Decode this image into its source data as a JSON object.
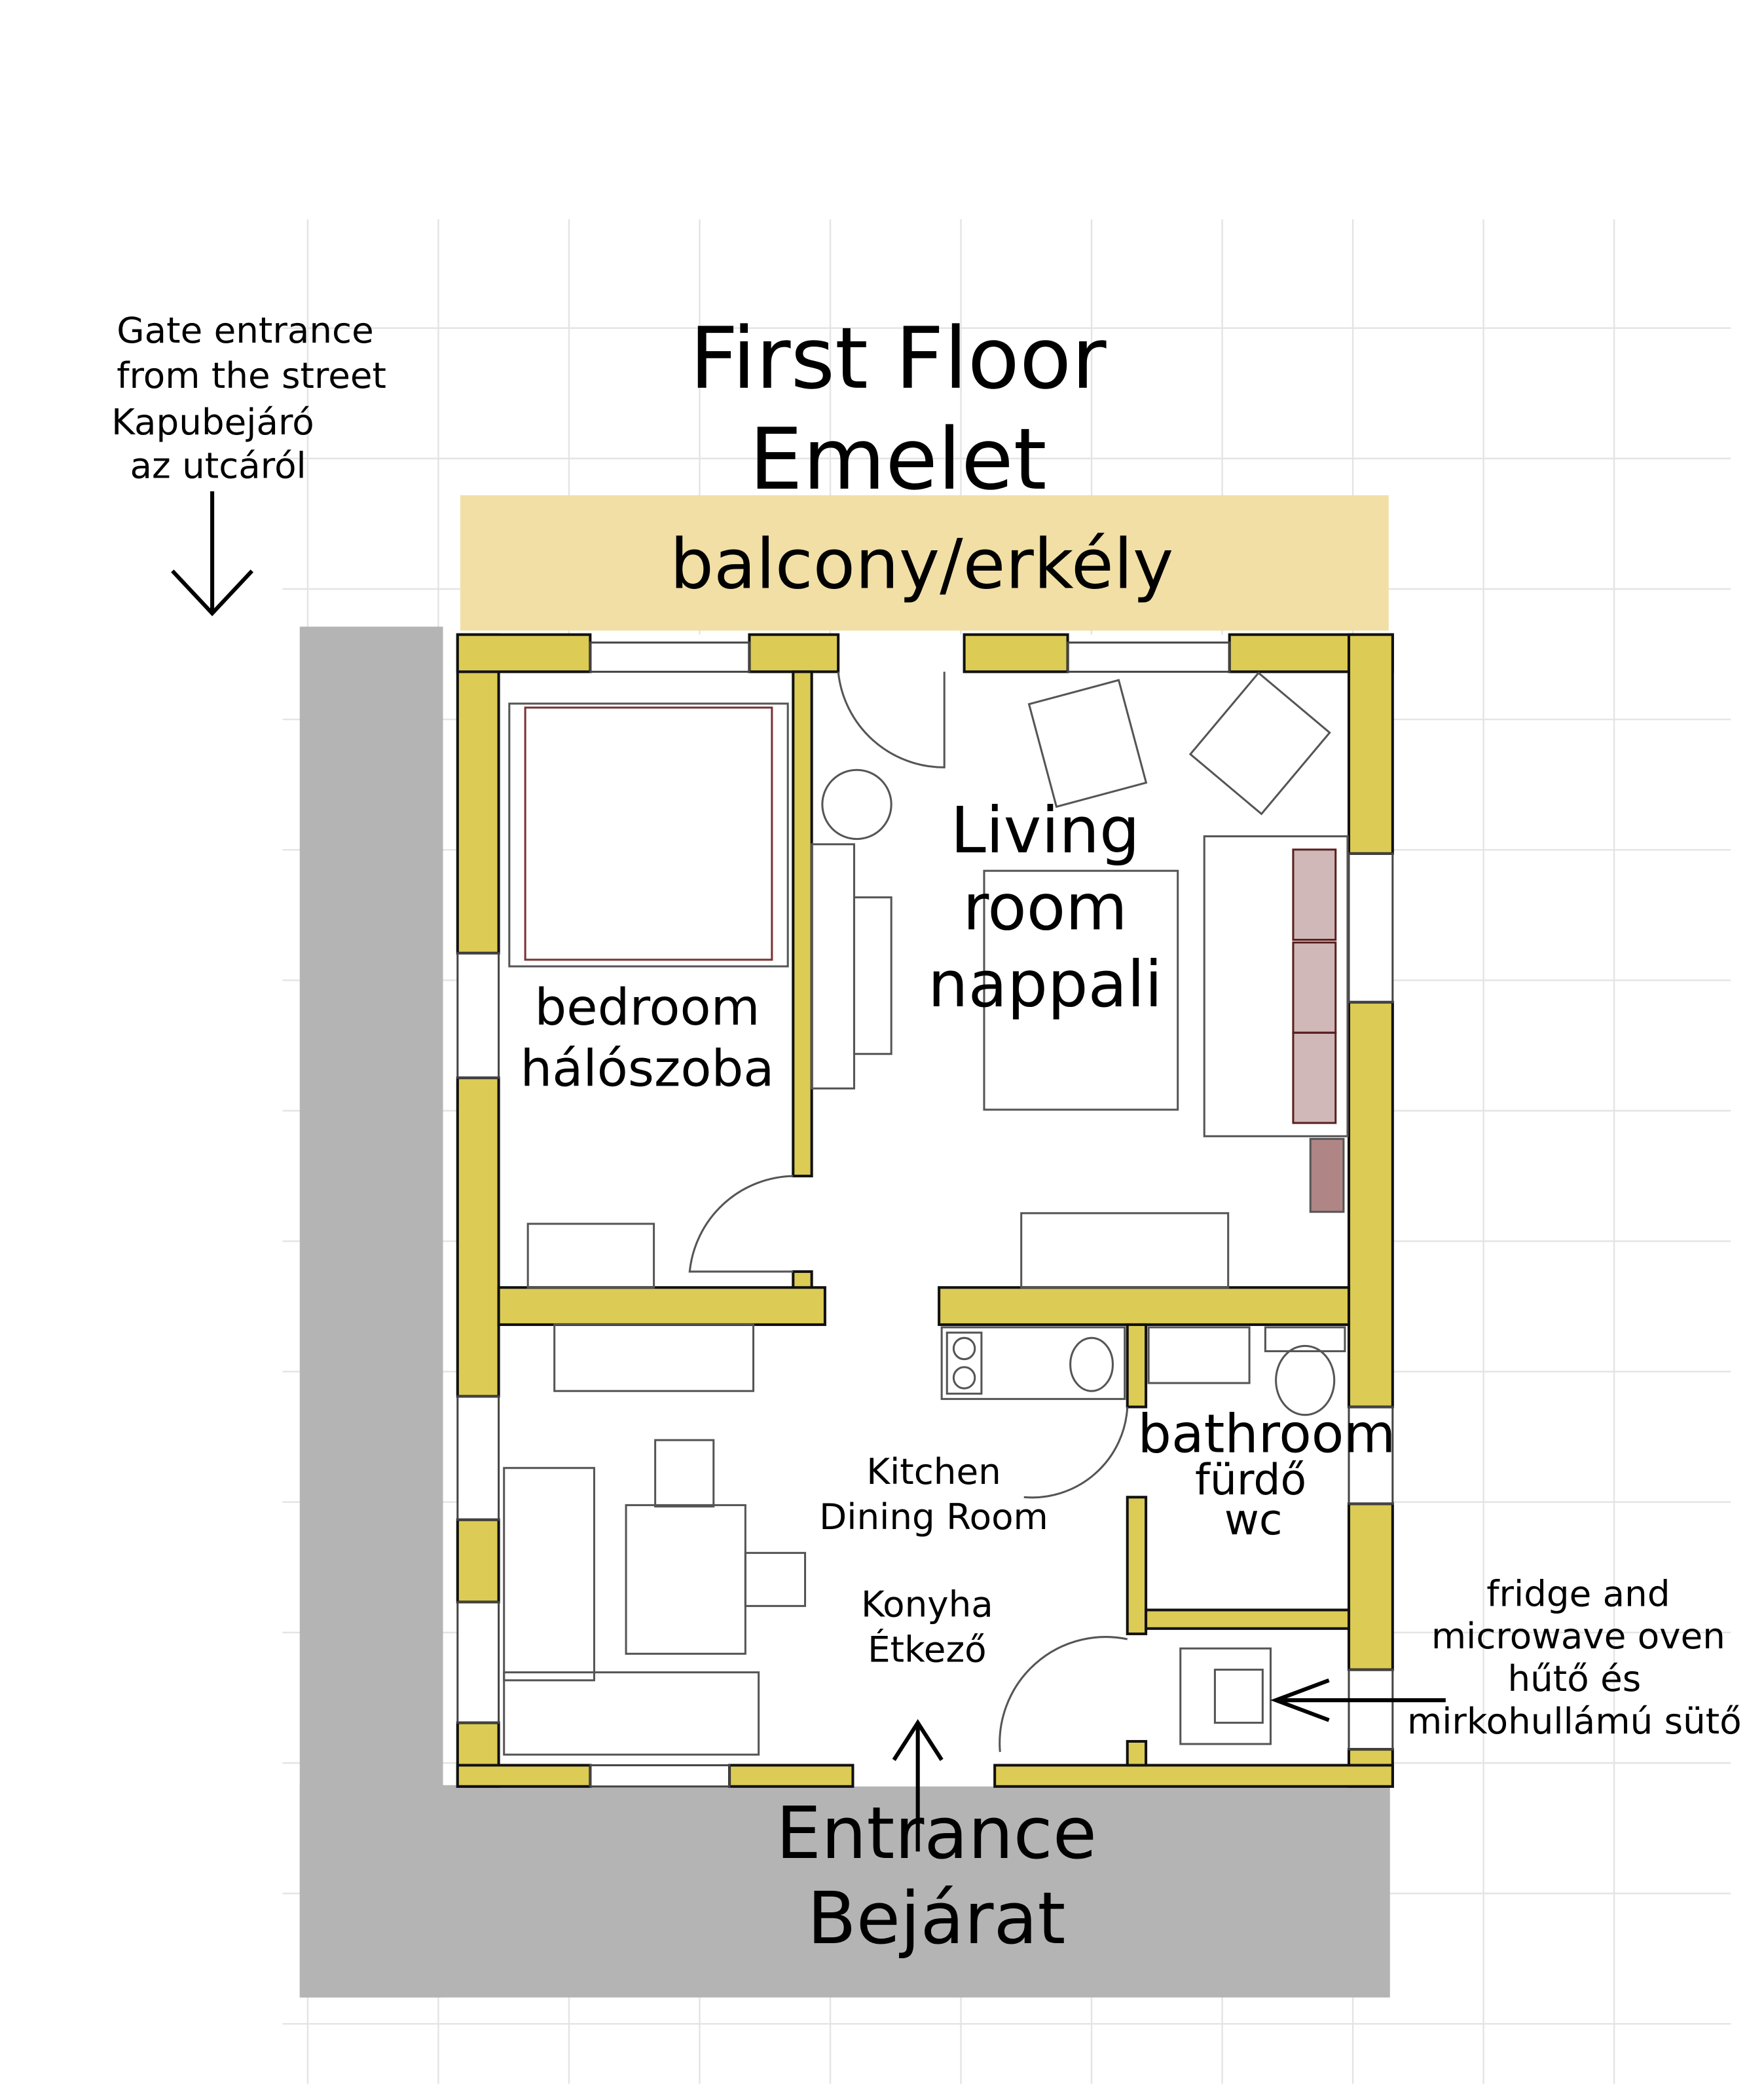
{
  "title": {
    "line1": "First Floor",
    "line2": "Emelet"
  },
  "gate_note": {
    "line1": "Gate entrance",
    "line2": "from the street",
    "line3": "Kapubejáró",
    "line4": "az utcáról"
  },
  "balcony": "balcony/erkély",
  "rooms": {
    "bedroom": {
      "en": "bedroom",
      "hu": "hálószoba"
    },
    "living": {
      "line1": "Living",
      "line2": "room",
      "line3": "nappali"
    },
    "bathroom": {
      "en": "bathroom",
      "hu": "fürdő",
      "wc": "wc"
    },
    "kitchen": {
      "line1": "Kitchen",
      "line2": "Dining Room",
      "line3": "Konyha",
      "line4": "Étkező"
    }
  },
  "fridge_note": {
    "line1": "fridge and",
    "line2": "microwave oven",
    "line3": "hűtő és",
    "line4": "mirkohullámú sütő"
  },
  "entrance": {
    "en": "Entrance",
    "hu": "Bejárat"
  },
  "colors": {
    "wall": "#DCCB55",
    "balcony": "#F1DFA6",
    "ground": "#B4B4B4",
    "grid": "#E4E4E4"
  }
}
